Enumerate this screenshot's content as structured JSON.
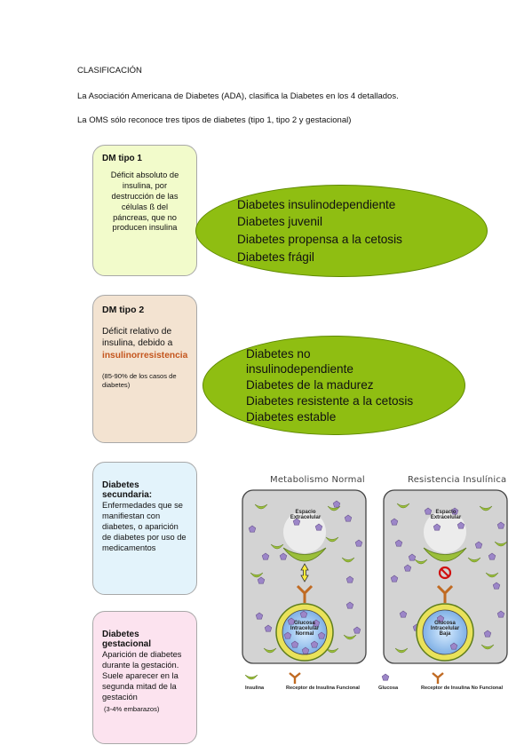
{
  "header": {
    "heading": "CLASIFICACIÓN",
    "line_ada": "La Asociación Americana de Diabetes (ADA), clasifica la Diabetes en los 4 detallados.",
    "line_oms": "La OMS sólo reconoce tres tipos de diabetes (tipo 1, tipo 2 y gestacional)"
  },
  "cards": {
    "tipo1": {
      "title": "DM tipo 1",
      "body_lines": [
        "Déficit absoluto de",
        "insulina, por",
        "destrucción de las",
        "células ß del",
        "páncreas, que no",
        "producen insulina"
      ]
    },
    "tipo2": {
      "title": "DM tipo 2",
      "body_lines": [
        "Déficit relativo de",
        "insulina, debido a"
      ],
      "highlight": "insulinorresistencia",
      "note_lines": [
        "(85-90% de los casos de",
        "diabetes)"
      ]
    },
    "secundaria": {
      "title": "Diabetes secundaria:",
      "body_lines": [
        "Enfermedades que se",
        "manifiestan con",
        "diabetes, o aparición",
        "de diabetes por uso de",
        "medicamentos"
      ]
    },
    "gestacional": {
      "title": "Diabetes gestacional",
      "body_lines": [
        "Aparición de diabetes",
        "durante la gestación.",
        "Suele aparecer en la",
        "segunda mitad de la",
        "gestación"
      ],
      "note": "(3-4% embarazos)"
    }
  },
  "ellipses": {
    "tipo1_names": [
      "Diabetes insulinodependiente",
      "Diabetes juvenil",
      "Diabetes propensa a la cetosis",
      "Diabetes frágil"
    ],
    "tipo2_names": [
      "Diabetes no",
      "insulinodependiente",
      "Diabetes de la madurez",
      "Diabetes resistente a la cetosis",
      "Diabetes estable"
    ]
  },
  "diagram": {
    "normal_title": "Metabolismo Normal",
    "resist_title": "Resistencia Insulínica",
    "espacio": [
      "Espacio",
      "Extracelular"
    ],
    "glucosa_normal": [
      "Glucosa",
      "Intracelular",
      "Normal"
    ],
    "glucosa_baja": [
      "Glucosa",
      "Intracelular",
      "Baja"
    ],
    "legend": {
      "insulina": "Insulina",
      "receptor_funcional": "Receptor de Insulina Funcional",
      "glucosa": "Glucosa",
      "receptor_no_funcional": "Receptor de Insulina No Funcional"
    }
  },
  "colors": {
    "tipo1_bg": "#f2fbcb",
    "tipo2_bg": "#f3e3d1",
    "secundaria_bg": "#e3f3fb",
    "gestacional_bg": "#fce3ef",
    "ellipse_green": "#8fbe12",
    "highlight": "#c4561e"
  }
}
